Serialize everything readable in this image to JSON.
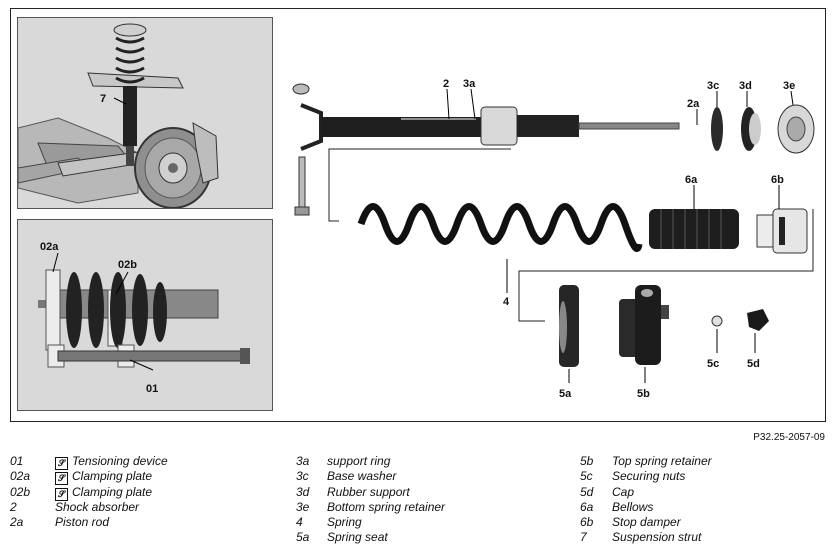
{
  "figure": {
    "reference": "P32.25-2057-09",
    "callouts": {
      "c7": "7",
      "c02a": "02a",
      "c02b": "02b",
      "c01": "01",
      "c2": "2",
      "c3a": "3a",
      "c2a": "2a",
      "c3c": "3c",
      "c3d": "3d",
      "c3e": "3e",
      "c6a": "6a",
      "c6b": "6b",
      "c4": "4",
      "c5a": "5a",
      "c5b": "5b",
      "c5c": "5c",
      "c5d": "5d"
    }
  },
  "legend": {
    "col1": [
      {
        "code": "01",
        "text": "Tensioning device",
        "tool": true
      },
      {
        "code": "02a",
        "text": "Clamping plate",
        "tool": true
      },
      {
        "code": "02b",
        "text": "Clamping plate",
        "tool": true
      },
      {
        "code": "2",
        "text": "Shock absorber",
        "tool": false
      },
      {
        "code": "2a",
        "text": "Piston rod",
        "tool": false
      }
    ],
    "col2": [
      {
        "code": "3a",
        "text": "support ring"
      },
      {
        "code": "3c",
        "text": "Base washer"
      },
      {
        "code": "3d",
        "text": "Rubber support"
      },
      {
        "code": "3e",
        "text": "Bottom spring retainer"
      },
      {
        "code": "4",
        "text": "Spring"
      },
      {
        "code": "5a",
        "text": "Spring seat"
      }
    ],
    "col3": [
      {
        "code": "5b",
        "text": "Top spring retainer"
      },
      {
        "code": "5c",
        "text": "Securing nuts"
      },
      {
        "code": "5d",
        "text": "Cap"
      },
      {
        "code": "6a",
        "text": "Bellows"
      },
      {
        "code": "6b",
        "text": "Stop damper"
      },
      {
        "code": "7",
        "text": "Suspension strut"
      }
    ],
    "tool_icon": "wrench-tool-icon"
  }
}
